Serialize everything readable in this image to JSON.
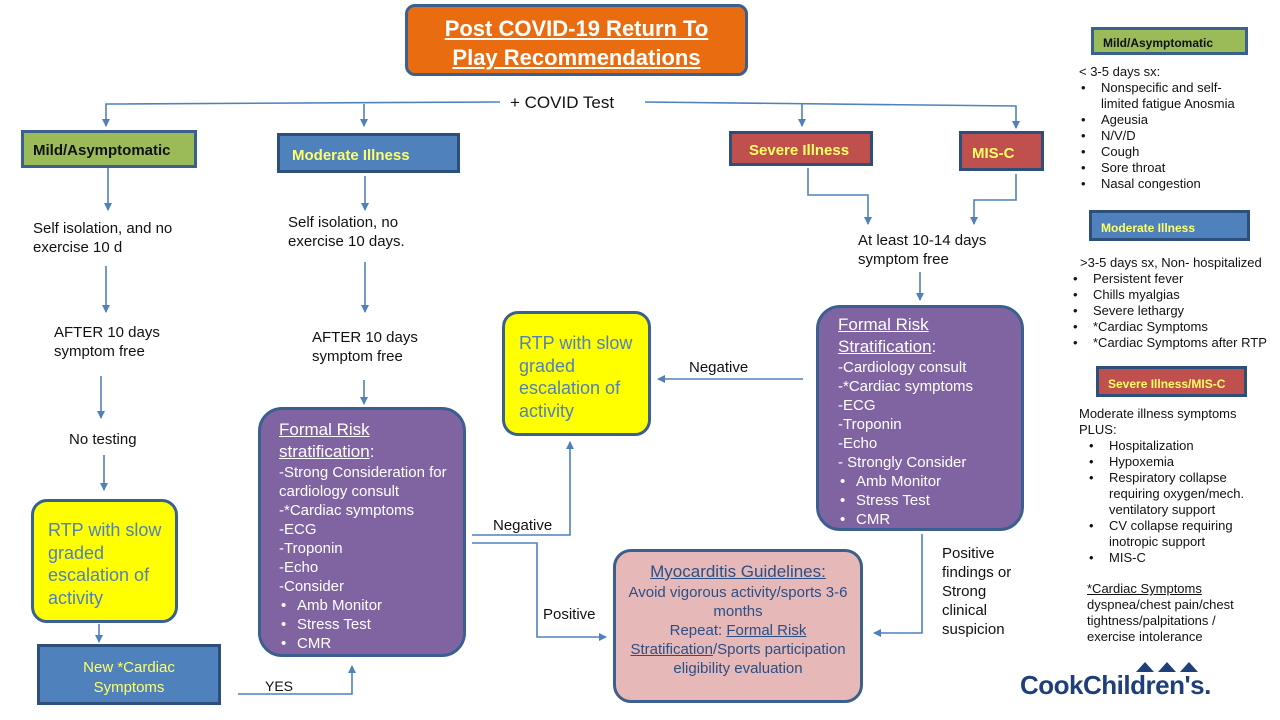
{
  "title": {
    "line1": "Post COVID-19 Return To",
    "line2": "Play Recommendations"
  },
  "covid_test": "+ COVID Test",
  "categories": {
    "mild": "Mild/Asymptomatic",
    "moderate": "Moderate Illness",
    "severe": "Severe Illness",
    "misc": "MIS-C"
  },
  "mild_path": {
    "isolation": "Self isolation, and no exercise 10 d",
    "after": "AFTER 10 days symptom free",
    "testing": "No testing",
    "rtp": "RTP with slow graded escalation of activity",
    "new_symptoms": "New *Cardiac Symptoms",
    "yes": "YES"
  },
  "moderate_path": {
    "isolation": "Self isolation, no exercise 10 days.",
    "after": "AFTER 10 days symptom free",
    "risk_title_a": "Formal Risk",
    "risk_title_b": "stratification",
    "risk_colon": ":",
    "items": [
      "-Strong Consideration for cardiology consult",
      "-*Cardiac symptoms",
      "-ECG",
      "-Troponin",
      "-Echo",
      "-Consider"
    ],
    "bullets": [
      "Amb Monitor",
      "Stress Test",
      "CMR"
    ]
  },
  "center": {
    "rtp": "RTP with slow graded escalation of activity",
    "negative_left": "Negative",
    "negative_right": "Negative",
    "positive": "Positive"
  },
  "myocarditis": {
    "title": "Myocarditis Guidelines:",
    "line1": "Avoid vigorous activity/sports 3-6 months",
    "repeat_prefix": "Repeat: ",
    "repeat_link": "Formal Risk Stratification",
    "repeat_suffix": "/Sports participation eligibility evaluation"
  },
  "severe_path": {
    "symptom_free": "At least 10-14 days symptom free",
    "risk_title": "Formal Risk Stratification",
    "risk_colon": ":",
    "items": [
      "-Cardiology consult",
      "-*Cardiac symptoms",
      "-ECG",
      "-Troponin",
      "-Echo",
      "- Strongly Consider"
    ],
    "bullets": [
      "Amb Monitor",
      "Stress Test",
      "CMR"
    ],
    "positive_findings": "Positive findings or Strong clinical suspicion"
  },
  "legend": {
    "mild_label": "Mild/Asymptomatic",
    "mild_intro": "< 3-5 days sx:",
    "mild_items": [
      "Nonspecific and self-limited fatigue Anosmia",
      "Ageusia",
      "N/V/D",
      "Cough",
      "Sore throat",
      "Nasal congestion"
    ],
    "moderate_label": "Moderate Illness",
    "moderate_intro": ">3-5 days sx, Non- hospitalized",
    "moderate_items": [
      "Persistent fever",
      "Chills myalgias",
      "Severe lethargy",
      "*Cardiac Symptoms",
      "*Cardiac Symptoms after RTP"
    ],
    "severe_label": "Severe Illness/MIS-C",
    "severe_intro": "Moderate illness symptoms PLUS:",
    "severe_items": [
      "Hospitalization",
      "Hypoxemia",
      "Respiratory collapse requiring oxygen/mech. ventilatory support",
      "CV collapse requiring inotropic support",
      "MIS-C"
    ],
    "cardiac_title": "*Cardiac Symptoms",
    "cardiac_text": "dyspnea/chest pain/chest tightness/palpitations / exercise intolerance"
  },
  "logo": {
    "text": "CookChildren's."
  },
  "colors": {
    "title_bg": "#e96d10",
    "green": "#9bbb59",
    "blue": "#4f81bd",
    "red": "#c0504d",
    "purple": "#8064a2",
    "yellow": "#ffff00",
    "pink": "#e6b9b8",
    "connector": "#4f81bd",
    "logo": "#1f3f7a"
  }
}
